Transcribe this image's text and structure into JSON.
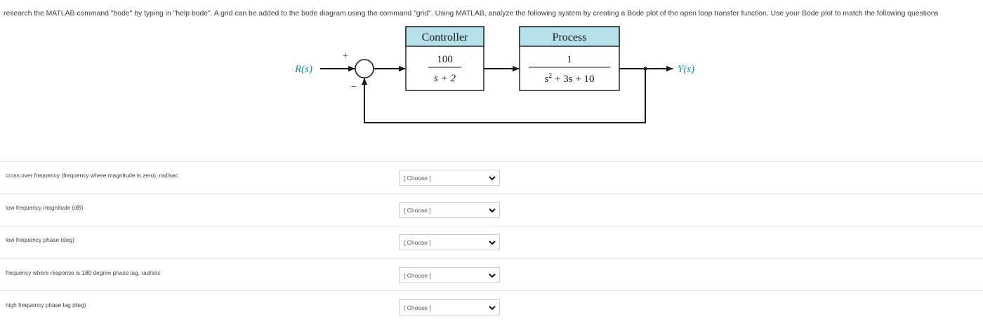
{
  "prompt": "research the MATLAB command \"bode\" by typing in \"help bode\".  A grid can be added to the bode diagram using the command \"grid\".  Using MATLAB, analyze the following system by creating a Bode plot of the open loop transfer function.  Use your Bode plot to match the following questions",
  "diagram": {
    "input_label": "R(s)",
    "output_label": "Y(s)",
    "plus_sign": "+",
    "minus_sign": "−",
    "controller": {
      "title": "Controller",
      "numerator": "100",
      "denominator": "s + 2"
    },
    "process": {
      "title": "Process",
      "numerator": "1",
      "denominator_base": "s",
      "denominator_exp": "2",
      "denominator_rest": " + 3s + 10"
    },
    "colors": {
      "block_header": "#b7e1ea",
      "signal_label": "#1a8c9c",
      "line": "#1a1a1a"
    }
  },
  "questions": [
    {
      "label": "cross over frequency (frequency where magnitude is zero), rad/sec",
      "selected": "[ Choose ]"
    },
    {
      "label": "low frequency magnitude (dB)",
      "selected": "[ Choose ]"
    },
    {
      "label": "low frequency phase (deg)",
      "selected": "[ Choose ]"
    },
    {
      "label": "frequency where response is 180 degree phase lag, rad/sec",
      "selected": "[ Choose ]"
    },
    {
      "label": "high frequency phase lag (deg)",
      "selected": "[ Choose ]"
    }
  ]
}
